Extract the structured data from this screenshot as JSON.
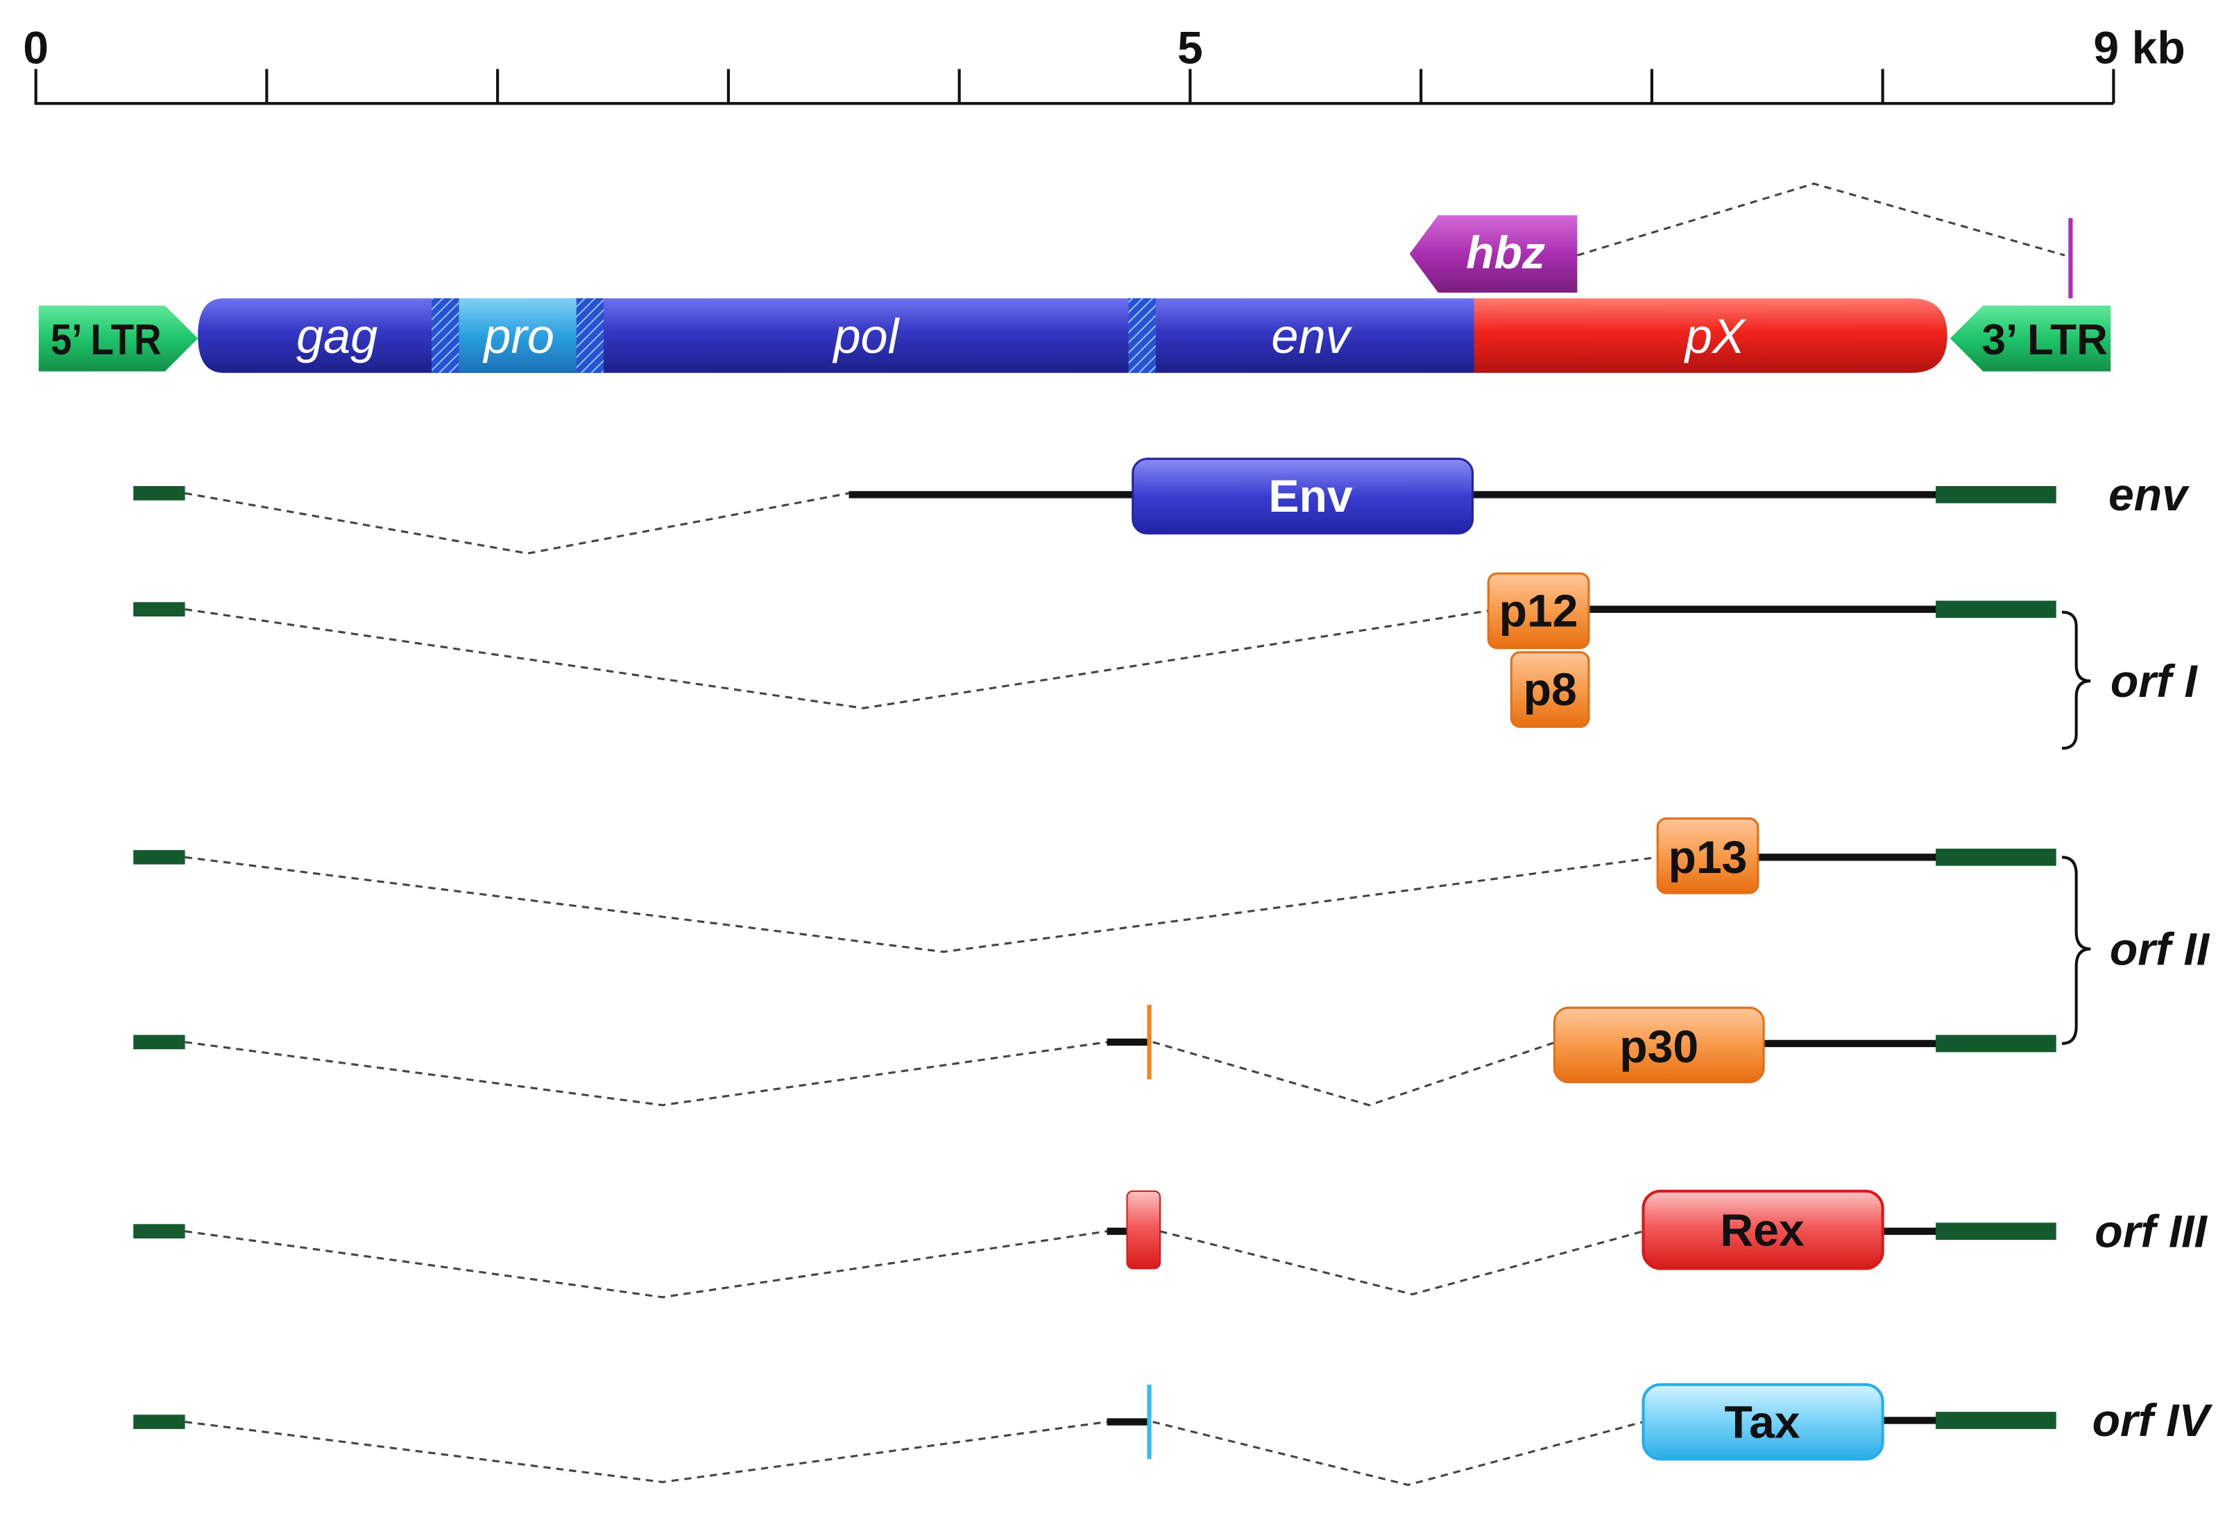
{
  "scale": {
    "ticks": [
      "0",
      "5",
      "9 kb"
    ]
  },
  "genome": {
    "ltr5": "5’ LTR",
    "ltr3": "3’ LTR",
    "genes": [
      "gag",
      "pro",
      "pol",
      "env",
      "pX"
    ],
    "hbz": "hbz"
  },
  "transcripts": [
    {
      "label": "env",
      "proteins": [
        "Env"
      ]
    },
    {
      "label": "orf I",
      "proteins": [
        "p12",
        "p8"
      ]
    },
    {
      "label": "orf II",
      "proteins": [
        "p13",
        "p30"
      ]
    },
    {
      "label": "orf III",
      "proteins": [
        "Rex"
      ]
    },
    {
      "label": "orf IV",
      "proteins": [
        "Tax"
      ]
    }
  ],
  "colors": {
    "ltr": "#1fc46a",
    "structural": "#3d3fc8",
    "pro": "#3aa7e6",
    "pX": "#f0231b",
    "hbz": "#b02fb8",
    "accessory": "#f5841f",
    "rex": "#ec1c24",
    "tax": "#39b9ee",
    "exon_end": "#145a2e"
  }
}
